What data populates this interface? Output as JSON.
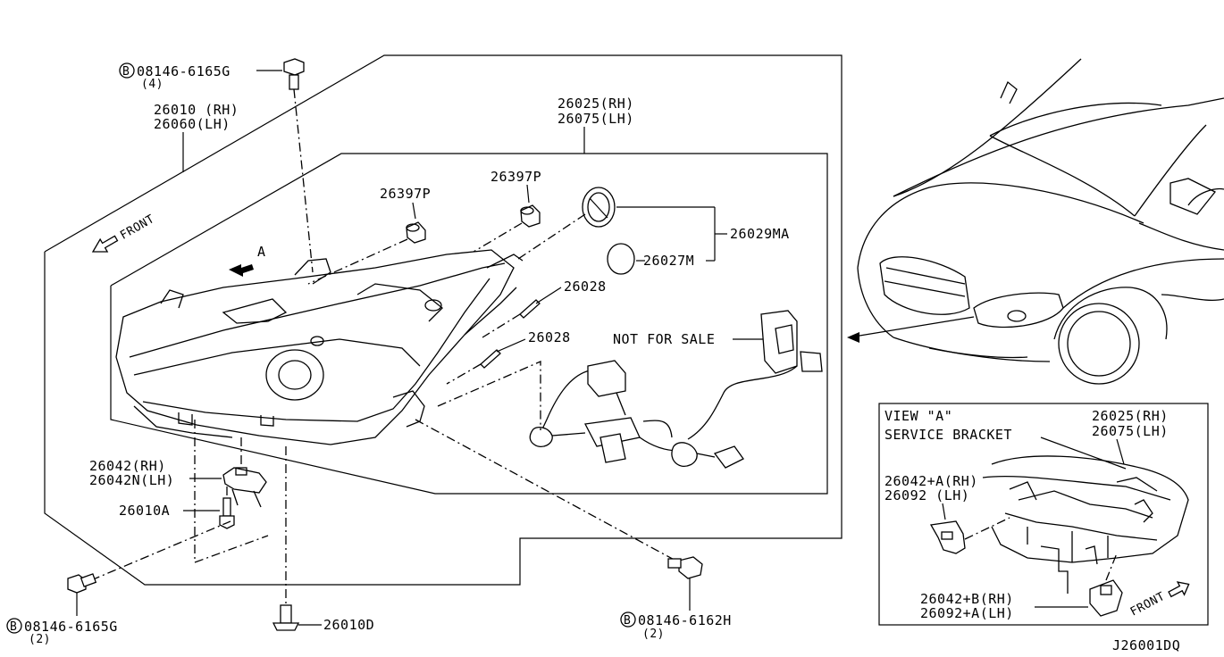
{
  "diagram_code": "J26001DQ",
  "callouts": {
    "bolt_top": {
      "part": "08146-6165G",
      "qty": "(4)"
    },
    "bolt_bottom_left": {
      "part": "08146-6165G",
      "qty": "(2)"
    },
    "bolt_bottom_right": {
      "part": "08146-6162H",
      "qty": "(2)"
    },
    "bolt_marker": "B",
    "headlamp_assy": {
      "rh": "26010 (RH)",
      "lh": "26060(LH)"
    },
    "headlamp_unit": {
      "rh": "26025(RH)",
      "lh": "26075(LH)"
    },
    "cap_left": "26397P",
    "cap_right": "26397P",
    "bulb_socket_set": "26029MA",
    "packing": "26027M",
    "seal_upper": "26028",
    "seal_lower": "26028",
    "not_for_sale": "NOT FOR SALE",
    "bracket": {
      "rh": "26042(RH)",
      "lh": "26042N(LH)"
    },
    "screw_left": "26010A",
    "screw_bottom": "26010D",
    "front_arrow": "FRONT",
    "view_marker": "A"
  },
  "inset_view": {
    "title": "VIEW \"A\"",
    "subtitle": "SERVICE BRACKET",
    "unit": {
      "rh": "26025(RH)",
      "lh": "26075(LH)"
    },
    "bracket_a": {
      "rh": "26042+A(RH)",
      "lh": "26092 (LH)"
    },
    "bracket_b": {
      "rh": "26042+B(RH)",
      "lh": "26092+A(LH)"
    },
    "front_arrow": "FRONT"
  }
}
